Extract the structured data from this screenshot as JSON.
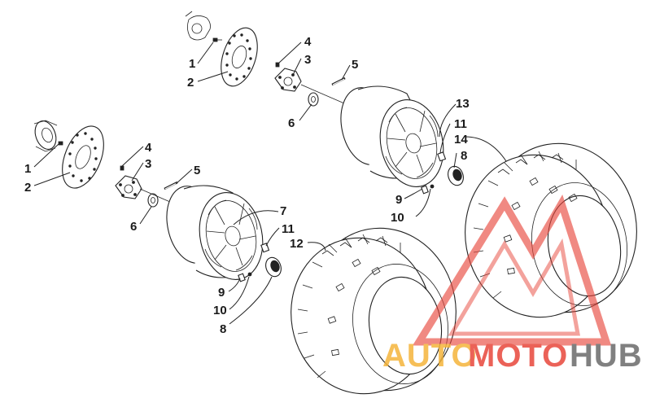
{
  "callouts": {
    "c1a": "1",
    "c2a": "2",
    "c3a": "3",
    "c4a": "4",
    "c5a": "5",
    "c6a": "6",
    "c1b": "1",
    "c2b": "2",
    "c3b": "3",
    "c4b": "4",
    "c5b": "5",
    "c6b": "6",
    "c7": "7",
    "c8a": "8",
    "c8b": "8",
    "c9a": "9",
    "c9b": "9",
    "c10a": "10",
    "c10b": "10",
    "c11a": "11",
    "c11b": "11",
    "c12": "12",
    "c13": "13",
    "c14": "14"
  },
  "watermark": {
    "auto": "AUTO",
    "moto": "MOTO",
    "hub": "HUB",
    "colors": {
      "auto": "#f5b53c",
      "moto": "#e8473c",
      "hub": "#6b6b6b",
      "triangle": "#e8473c"
    }
  }
}
